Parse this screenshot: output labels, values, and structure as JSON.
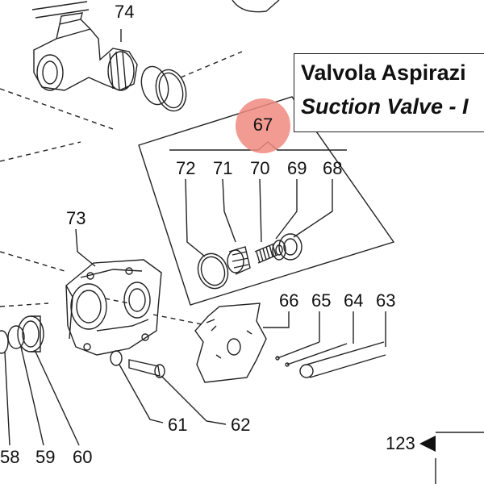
{
  "title": {
    "italian": "Valvola Aspirazi",
    "english": "Suction Valve - I"
  },
  "callout": {
    "label": "67",
    "color": "#f08a80"
  },
  "reference": {
    "label": "123"
  },
  "part_numbers": {
    "p74": "74",
    "p72": "72",
    "p71": "71",
    "p70": "70",
    "p69": "69",
    "p68": "68",
    "p73": "73",
    "p66": "66",
    "p65": "65",
    "p64": "64",
    "p63": "63",
    "p61": "61",
    "p62": "62",
    "p58": "58",
    "p59": "59",
    "p60": "60"
  }
}
